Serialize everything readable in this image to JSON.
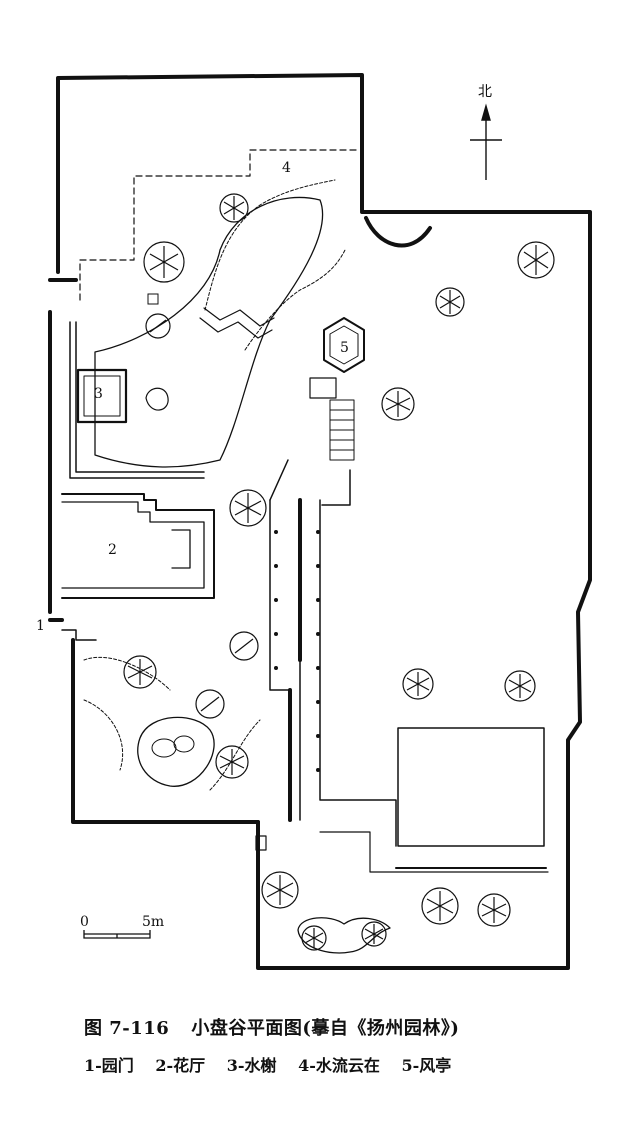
{
  "compass": {
    "label": "北"
  },
  "scale": {
    "zero": "0",
    "five": "5m"
  },
  "markers": {
    "m1": "1",
    "m2": "2",
    "m3": "3",
    "m4": "4",
    "m5": "5"
  },
  "caption": {
    "figure_no": "图 7-116",
    "title": "小盘谷平面图(摹自《扬州园林》)"
  },
  "legend": [
    "1-园门",
    "2-花厅",
    "3-水榭",
    "4-水流云在",
    "5-风亭"
  ]
}
